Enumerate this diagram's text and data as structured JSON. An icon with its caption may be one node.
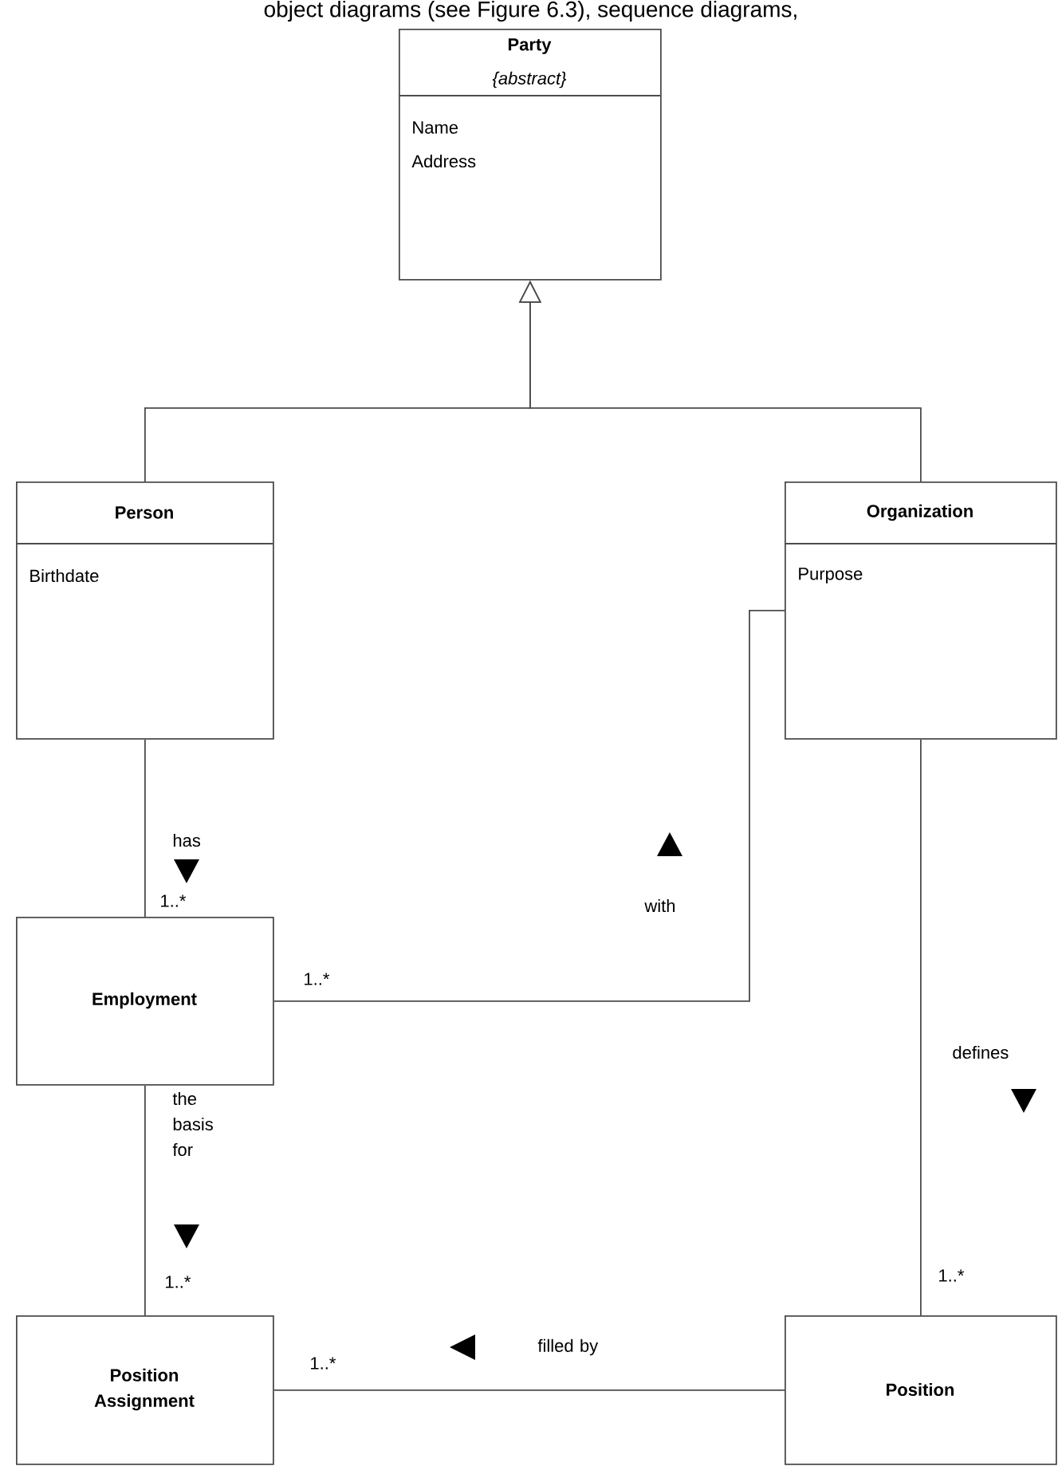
{
  "diagram": {
    "nodes": [
      {
        "text": [
          "Party",
          "{abstract}",
          "Name",
          "Address"
        ]
      },
      {
        "text": [
          "Person",
          "Birthdate"
        ]
      },
      {
        "text": [
          "Organization",
          "Purpose"
        ]
      },
      {
        "text": [
          "Employment"
        ]
      },
      {
        "text": [
          "Position Assignment"
        ]
      },
      {
        "text": [
          "Position"
        ]
      }
    ],
    "edges": [
      {
        "from": 1,
        "to": 0,
        "arrow": "to"
      },
      {
        "from": 2,
        "to": 0,
        "arrow": "to"
      },
      {
        "from": 1,
        "to": 3,
        "arrow": "none",
        "label": "has"
      },
      {
        "from": 3,
        "to": 2,
        "arrow": "none",
        "label": "with"
      },
      {
        "from": 3,
        "to": 4,
        "arrow": "none",
        "label": "the basis for"
      },
      {
        "from": 2,
        "to": 5,
        "arrow": "none",
        "label": "defines"
      },
      {
        "from": 4,
        "to": 5,
        "arrow": "none",
        "label": "filled by"
      }
    ],
    "labels": [
      "object diagrams (see Figure 6.3), sequence diagrams,",
      "1..*",
      "1..*",
      "1..*",
      "1..*",
      "1..*"
    ]
  }
}
